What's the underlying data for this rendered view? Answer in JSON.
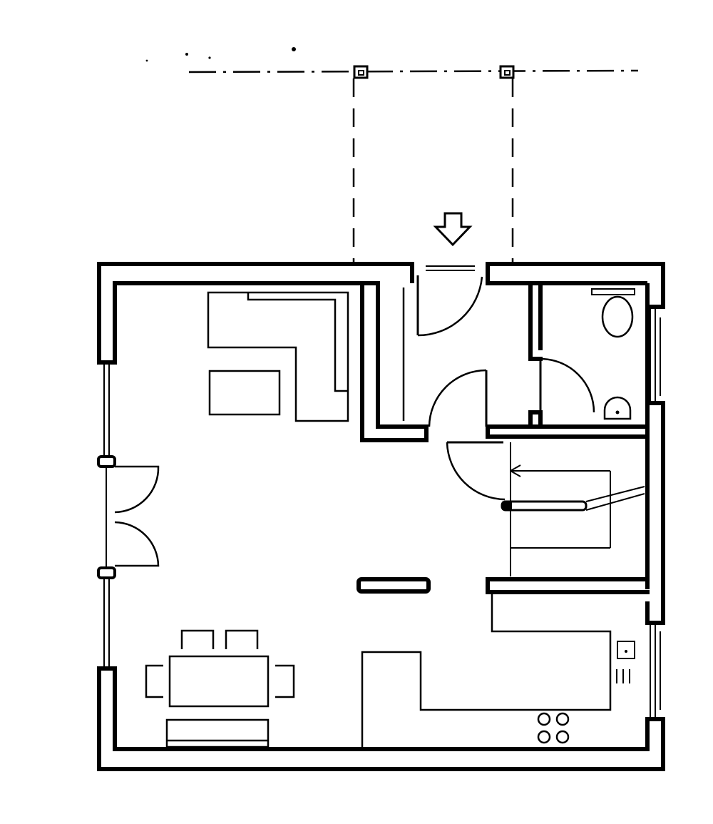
{
  "drawing": {
    "ink_color": "#000000",
    "paper_color": "#ffffff",
    "rooms": [
      "living-dining",
      "entry-hall",
      "wc",
      "storage-stair",
      "kitchen"
    ],
    "fixtures": {
      "toilet": 1,
      "washbasin": 1,
      "kitchen_sink": 1,
      "hob_burners": 4,
      "dining_chairs": 6,
      "sofa_segments": 1,
      "coffee_table": 1,
      "doors": 5
    },
    "entrance_arrow_icon": "down-arrow-icon"
  }
}
